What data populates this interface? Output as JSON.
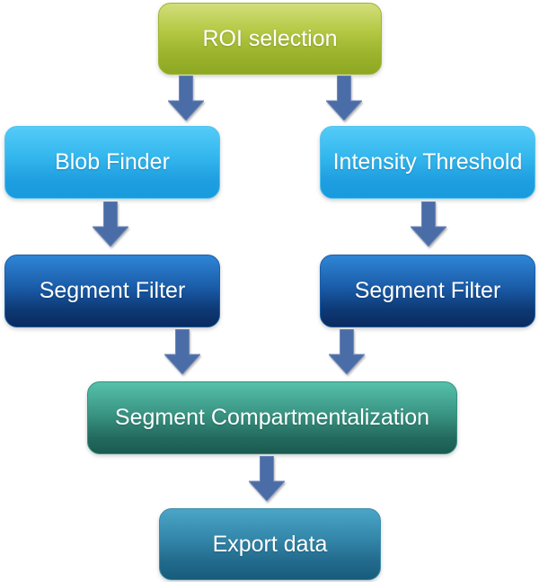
{
  "diagram": {
    "type": "flowchart",
    "nodes": [
      {
        "id": "roi",
        "label": "ROI selection",
        "fill_top": "#d3de7b",
        "fill_bottom": "#8ea722",
        "text_color": "#ffffff"
      },
      {
        "id": "blob",
        "label": "Blob Finder",
        "fill_top": "#55cbf8",
        "fill_bottom": "#189ade",
        "text_color": "#ffffff"
      },
      {
        "id": "intensity",
        "label": "Intensity Threshold",
        "fill_top": "#55cbf8",
        "fill_bottom": "#189ade",
        "text_color": "#ffffff"
      },
      {
        "id": "segfilter_left",
        "label": "Segment Filter",
        "fill_top": "#2f85d6",
        "fill_bottom": "#0a2a5e",
        "text_color": "#ffffff"
      },
      {
        "id": "segfilter_right",
        "label": "Segment Filter",
        "fill_top": "#2f85d6",
        "fill_bottom": "#0a2a5e",
        "text_color": "#ffffff"
      },
      {
        "id": "segcomp",
        "label": "Segment Compartmentalization",
        "fill_top": "#56c1aa",
        "fill_bottom": "#1b5a51",
        "text_color": "#ffffff"
      },
      {
        "id": "export",
        "label": "Export data",
        "fill_top": "#4ba5c6",
        "fill_bottom": "#175c7c",
        "text_color": "#ffffff"
      }
    ],
    "edges": [
      {
        "from": "roi",
        "to": "blob"
      },
      {
        "from": "roi",
        "to": "intensity"
      },
      {
        "from": "blob",
        "to": "segfilter_left"
      },
      {
        "from": "intensity",
        "to": "segfilter_right"
      },
      {
        "from": "segfilter_left",
        "to": "segcomp"
      },
      {
        "from": "segfilter_right",
        "to": "segcomp"
      },
      {
        "from": "segcomp",
        "to": "export"
      }
    ],
    "arrow": {
      "fill": "#4a6da7",
      "stroke": "#7288b8"
    }
  }
}
